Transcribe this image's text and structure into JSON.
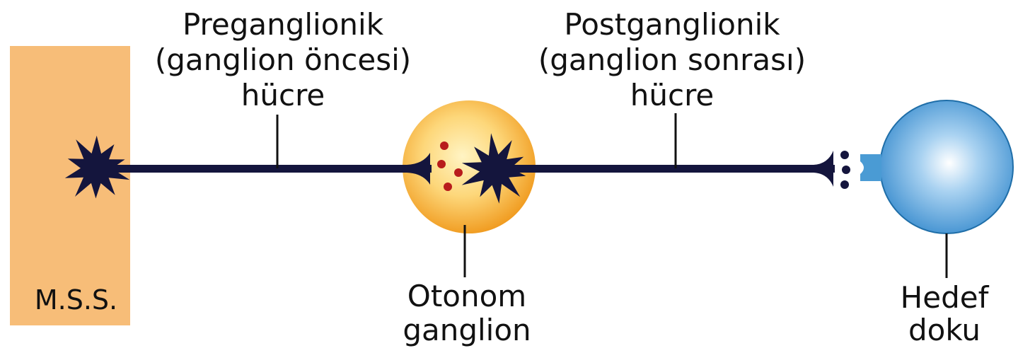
{
  "labels": {
    "cns": "M.S.S.",
    "preganglionic": [
      "Preganglionik",
      "(ganglion öncesi)",
      "hücre"
    ],
    "postganglionic": [
      "Postganglionik",
      "(ganglion sonrası)",
      "hücre"
    ],
    "ganglion": [
      "Otonom",
      "ganglion"
    ],
    "target": [
      "Hedef",
      "doku"
    ]
  },
  "colors": {
    "cns_block": "#f7bd78",
    "neuron": "#14153d",
    "ganglion_center": "#fde9a0",
    "ganglion_edge": "#f2a024",
    "vesicle_red": "#b81c1c",
    "target_light": "#eaf4fd",
    "target_dark": "#3b92d3",
    "receptor": "#4a9bd4",
    "leader_line": "#111111"
  }
}
